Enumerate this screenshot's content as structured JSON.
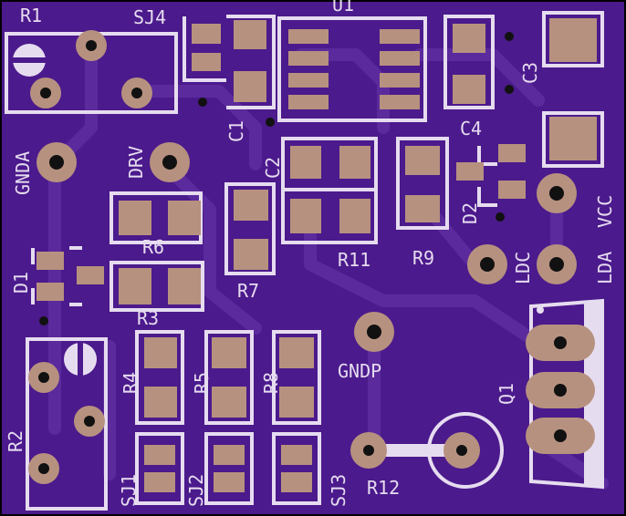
{
  "colors": {
    "board": "#4b1a8c",
    "trace": "#5b2a9c",
    "silk": "#e6dcf0",
    "copper": "#b7917f",
    "drill": "#111111",
    "edge": "#000000"
  },
  "labels": {
    "R1": "R1",
    "SJ4": "SJ4",
    "U1": "U1",
    "C3": "C3",
    "C1": "C1",
    "C4": "C4",
    "GNDA": "GNDA",
    "DRV": "DRV",
    "C2": "C2",
    "D2": "D2",
    "VCC": "VCC",
    "R6": "R6",
    "D1": "D1",
    "R11": "R11",
    "R9": "R9",
    "LDC": "LDC",
    "LDA": "LDA",
    "R7": "R7",
    "R3": "R3",
    "R4": "R4",
    "R5": "R5",
    "R8": "R8",
    "GNDP": "GNDP",
    "Q1": "Q1",
    "R2": "R2",
    "SJ1": "SJ1",
    "SJ2": "SJ2",
    "SJ3": "SJ3",
    "R12": "R12"
  }
}
